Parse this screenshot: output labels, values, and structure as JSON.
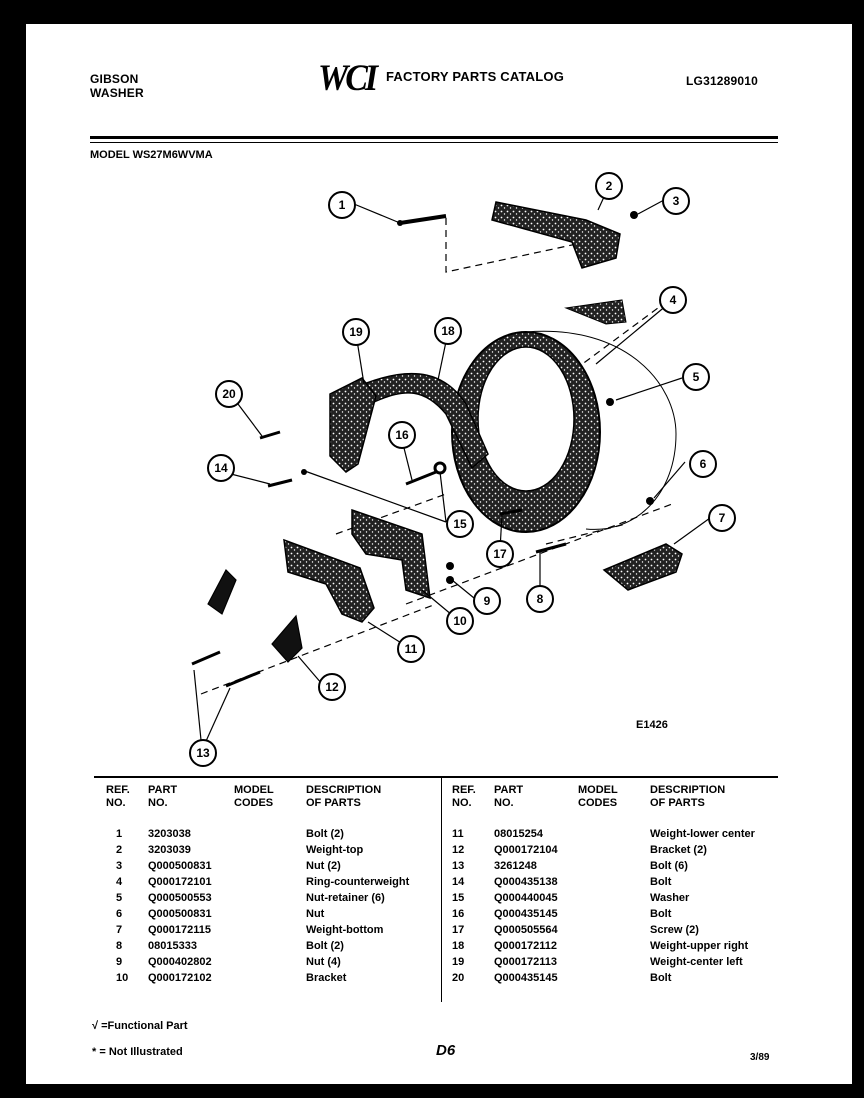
{
  "header": {
    "brand": "GIBSON",
    "product": "WASHER",
    "logo": "WCI",
    "catalog_title": "FACTORY PARTS CATALOG",
    "catalog_code": "LG31289010",
    "model": "MODEL WS27M6WVMA"
  },
  "diagram": {
    "figure_code": "E1426",
    "callouts": [
      "1",
      "2",
      "3",
      "4",
      "5",
      "6",
      "7",
      "8",
      "9",
      "10",
      "11",
      "12",
      "13",
      "14",
      "15",
      "16",
      "17",
      "18",
      "19",
      "20"
    ]
  },
  "table": {
    "headers": {
      "ref": [
        "REF.",
        "NO."
      ],
      "part": [
        "PART",
        "NO."
      ],
      "model": [
        "MODEL",
        "CODES"
      ],
      "desc": [
        "DESCRIPTION",
        "OF PARTS"
      ]
    },
    "left_rows": [
      {
        "ref": "1",
        "part": "3203038",
        "code": "",
        "desc": "Bolt (2)"
      },
      {
        "ref": "2",
        "part": "3203039",
        "code": "",
        "desc": "Weight-top"
      },
      {
        "ref": "3",
        "part": "Q000500831",
        "code": "",
        "desc": "Nut (2)"
      },
      {
        "ref": "4",
        "part": "Q000172101",
        "code": "",
        "desc": "Ring-counterweight"
      },
      {
        "ref": "5",
        "part": "Q000500553",
        "code": "",
        "desc": "Nut-retainer (6)"
      },
      {
        "ref": "6",
        "part": "Q000500831",
        "code": "",
        "desc": "Nut"
      },
      {
        "ref": "7",
        "part": "Q000172115",
        "code": "",
        "desc": "Weight-bottom"
      },
      {
        "ref": "8",
        "part": "08015333",
        "code": "",
        "desc": "Bolt (2)"
      },
      {
        "ref": "9",
        "part": "Q000402802",
        "code": "",
        "desc": "Nut (4)"
      },
      {
        "ref": "10",
        "part": "Q000172102",
        "code": "",
        "desc": "Bracket"
      }
    ],
    "right_rows": [
      {
        "ref": "11",
        "part": "08015254",
        "code": "",
        "desc": "Weight-lower center"
      },
      {
        "ref": "12",
        "part": "Q000172104",
        "code": "",
        "desc": "Bracket (2)"
      },
      {
        "ref": "13",
        "part": "3261248",
        "code": "",
        "desc": "Bolt (6)"
      },
      {
        "ref": "14",
        "part": "Q000435138",
        "code": "",
        "desc": "Bolt"
      },
      {
        "ref": "15",
        "part": "Q000440045",
        "code": "",
        "desc": "Washer"
      },
      {
        "ref": "16",
        "part": "Q000435145",
        "code": "",
        "desc": "Bolt"
      },
      {
        "ref": "17",
        "part": "Q000505564",
        "code": "",
        "desc": "Screw (2)"
      },
      {
        "ref": "18",
        "part": "Q000172112",
        "code": "",
        "desc": "Weight-upper right"
      },
      {
        "ref": "19",
        "part": "Q000172113",
        "code": "",
        "desc": "Weight-center left"
      },
      {
        "ref": "20",
        "part": "Q000435145",
        "code": "",
        "desc": "Bolt"
      }
    ]
  },
  "footer": {
    "functional": "√ =Functional Part",
    "not_illustrated": "* = Not Illustrated",
    "page": "D6",
    "date": "3/89"
  }
}
